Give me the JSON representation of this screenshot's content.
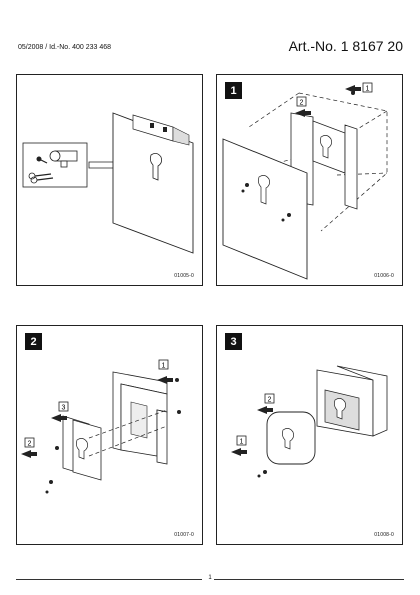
{
  "header": {
    "meta": "05/2008 / Id.-No. 400 233 468",
    "article": "Art.-No. 1 8167 20"
  },
  "panels": [
    {
      "step": "",
      "code": "01005-0"
    },
    {
      "step": "1",
      "code": "01006-0"
    },
    {
      "step": "2",
      "code": "01007-0"
    },
    {
      "step": "3",
      "code": "01008-0"
    }
  ],
  "footer": {
    "page": "1"
  },
  "icons": {
    "push-arrow": "push-arrow-icon",
    "screw": "screw-icon",
    "cylinder": "lock-cylinder-icon",
    "keys": "keys-icon"
  }
}
